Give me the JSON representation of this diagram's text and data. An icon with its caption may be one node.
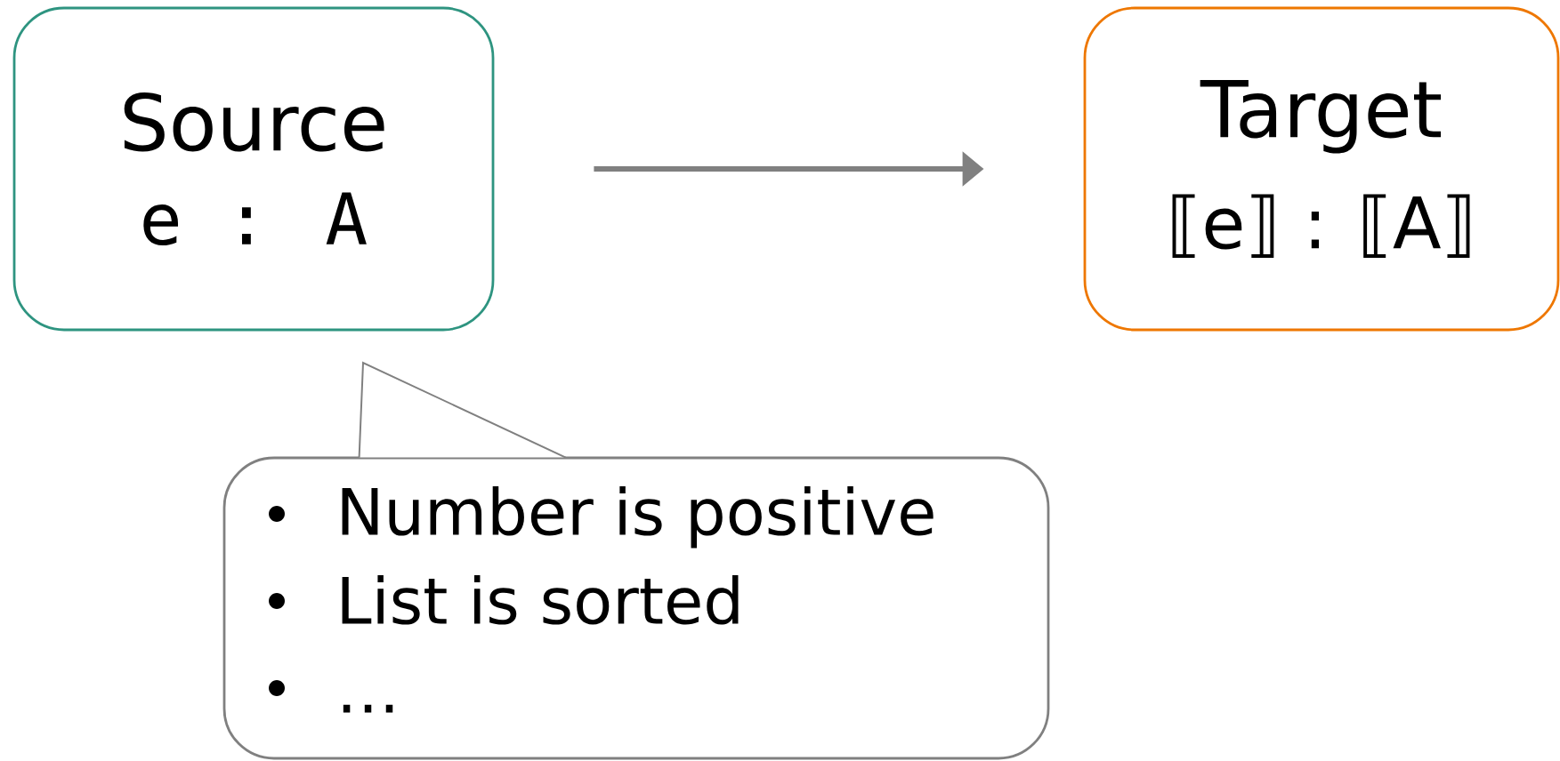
{
  "diagram": {
    "nodes": [
      {
        "text": [
          "Source",
          "e : A"
        ]
      },
      {
        "text": [
          "Target",
          "⟦e⟧ : ⟦A⟧"
        ]
      },
      {
        "text": [
          "Number is positive",
          "List is sorted",
          "…"
        ]
      }
    ],
    "edges": [
      {
        "from": 0,
        "to": 1,
        "arrow": "to",
        "color": "#808080"
      }
    ]
  }
}
